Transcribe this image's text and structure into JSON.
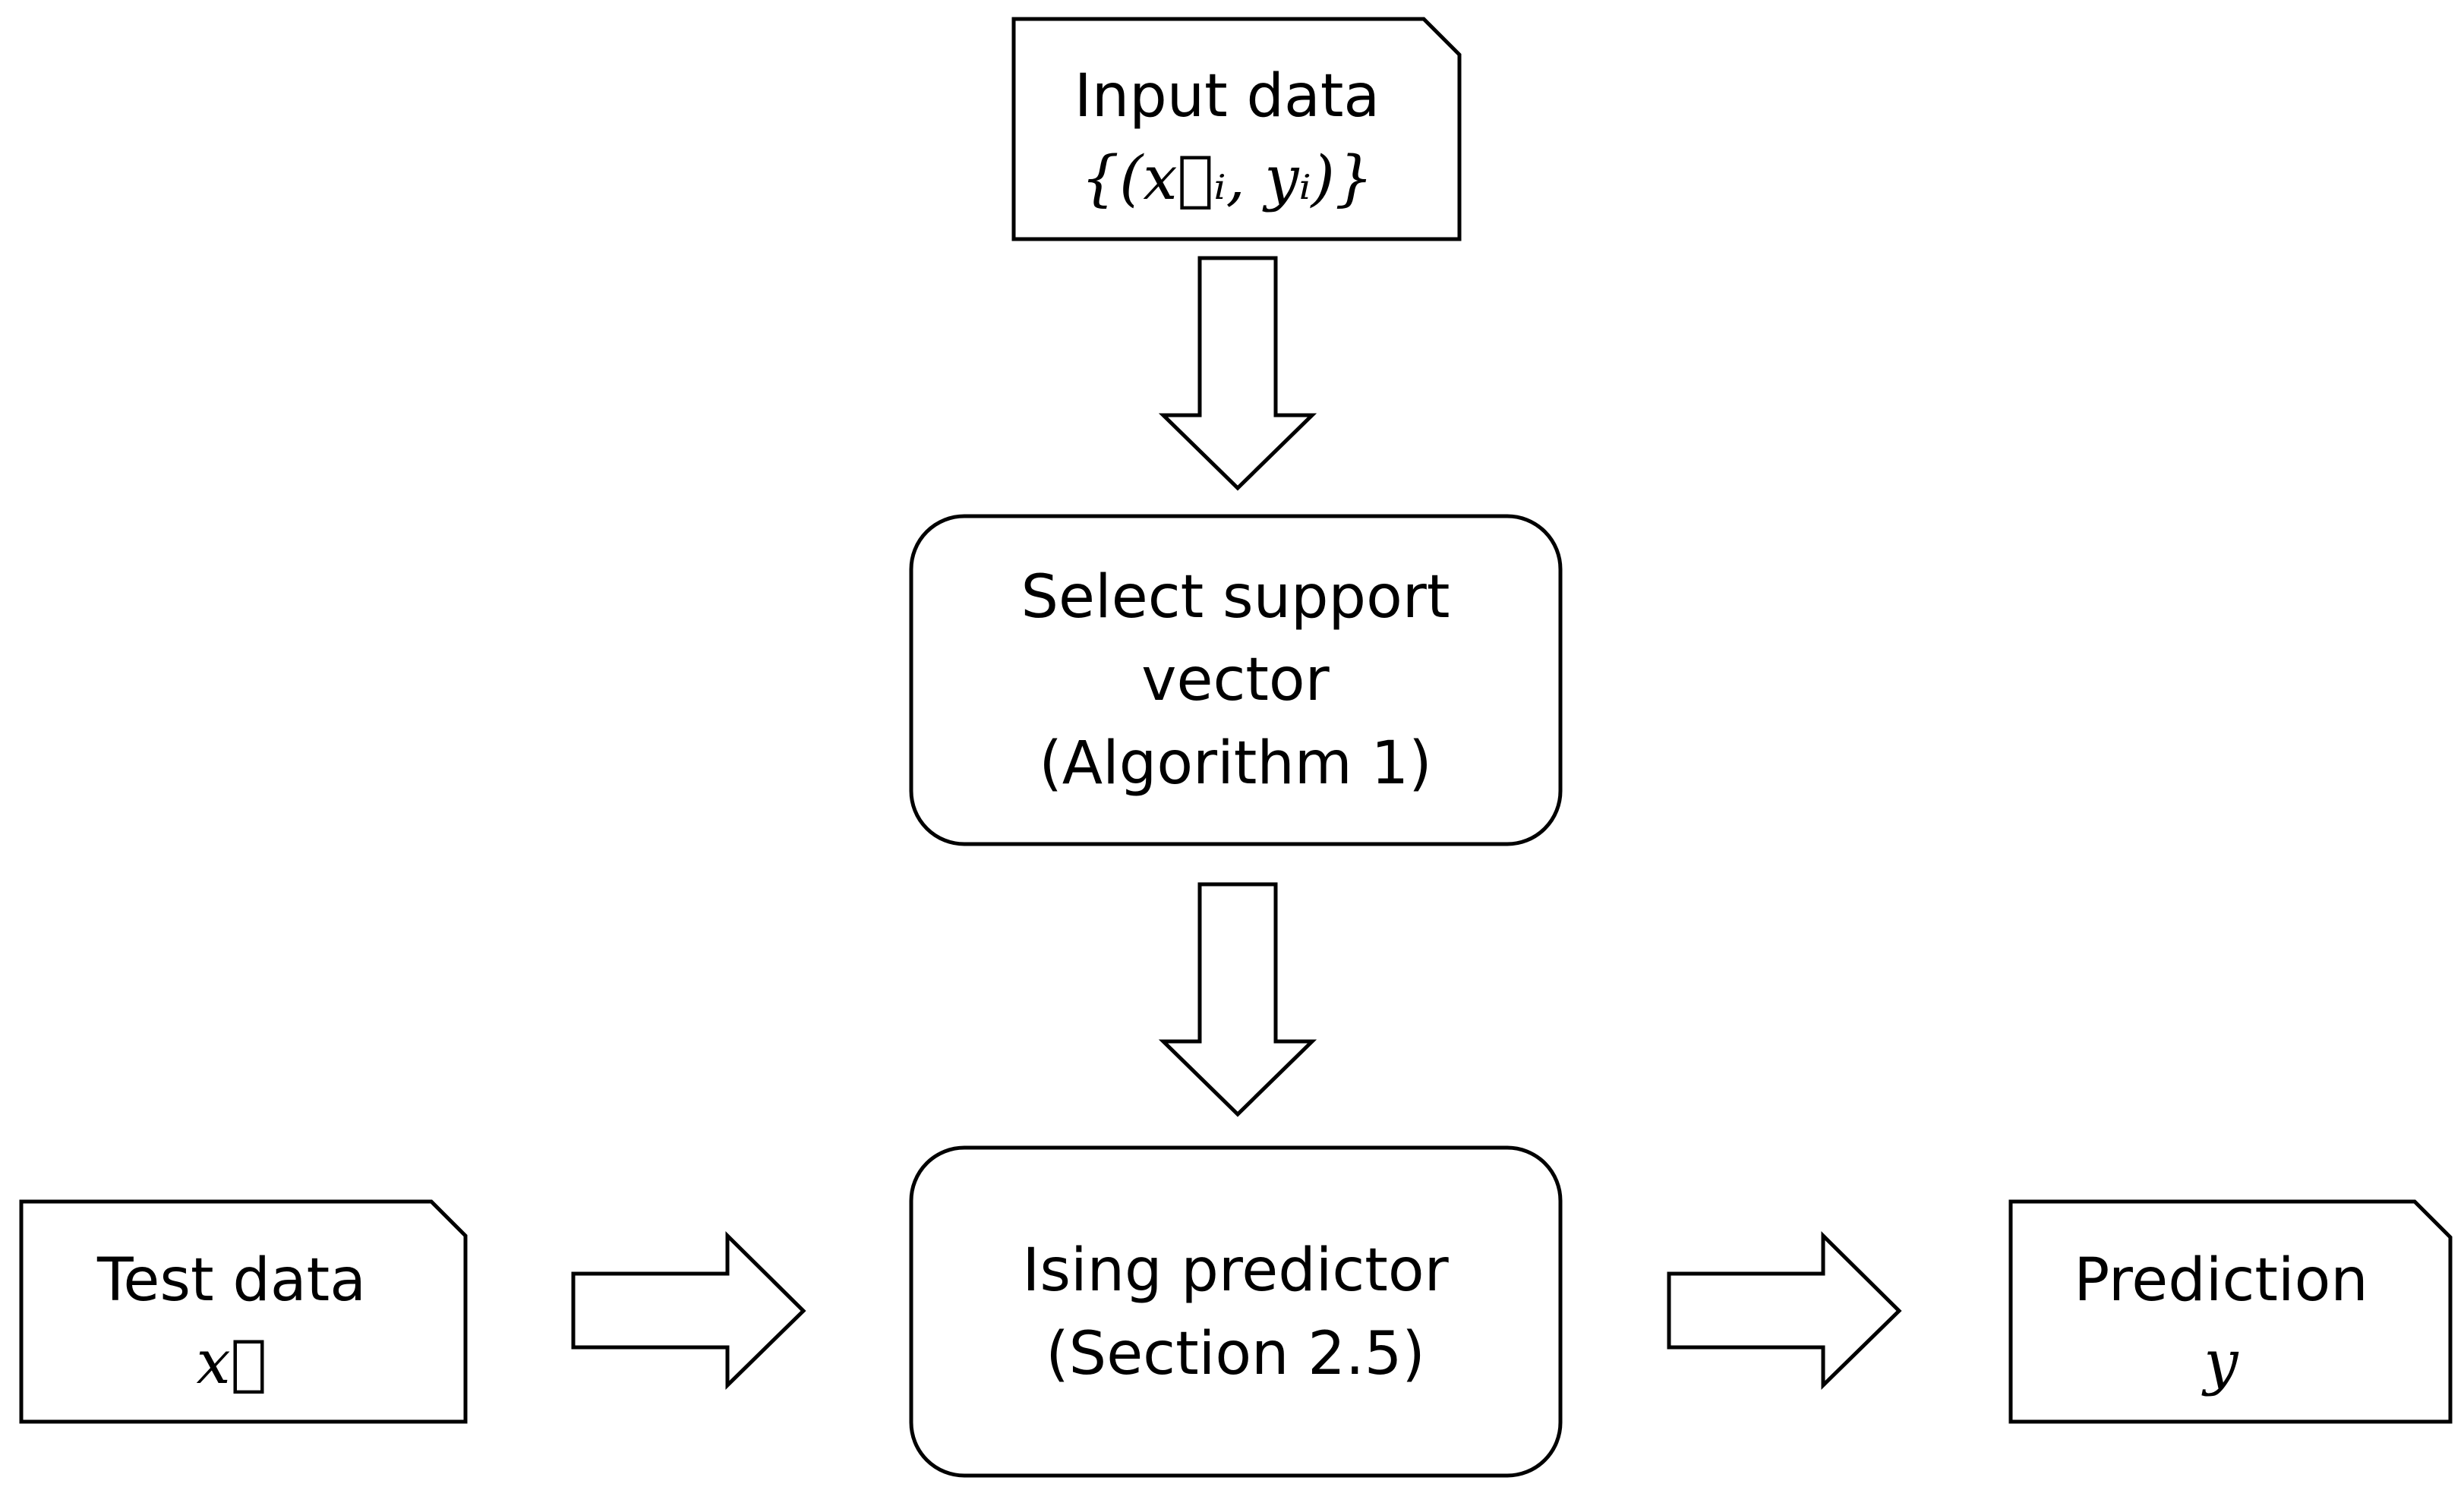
{
  "nodes": {
    "input_data": {
      "label": "Input data",
      "math": "{(x⃗ᵢ, yᵢ)}"
    },
    "select_support_vector": {
      "line1": "Select support",
      "line2": "vector",
      "line3": "(Algorithm 1)"
    },
    "ising_predictor": {
      "line1": "Ising predictor",
      "line2": "(Section 2.5)"
    },
    "test_data": {
      "label": "Test data",
      "math": "x⃗"
    },
    "prediction": {
      "label": "Prediction",
      "math": "y"
    }
  },
  "colors": {
    "stroke": "#000000",
    "fill": "#ffffff"
  },
  "icons": [
    "arrow-down-icon",
    "arrow-right-icon",
    "document-shape"
  ]
}
